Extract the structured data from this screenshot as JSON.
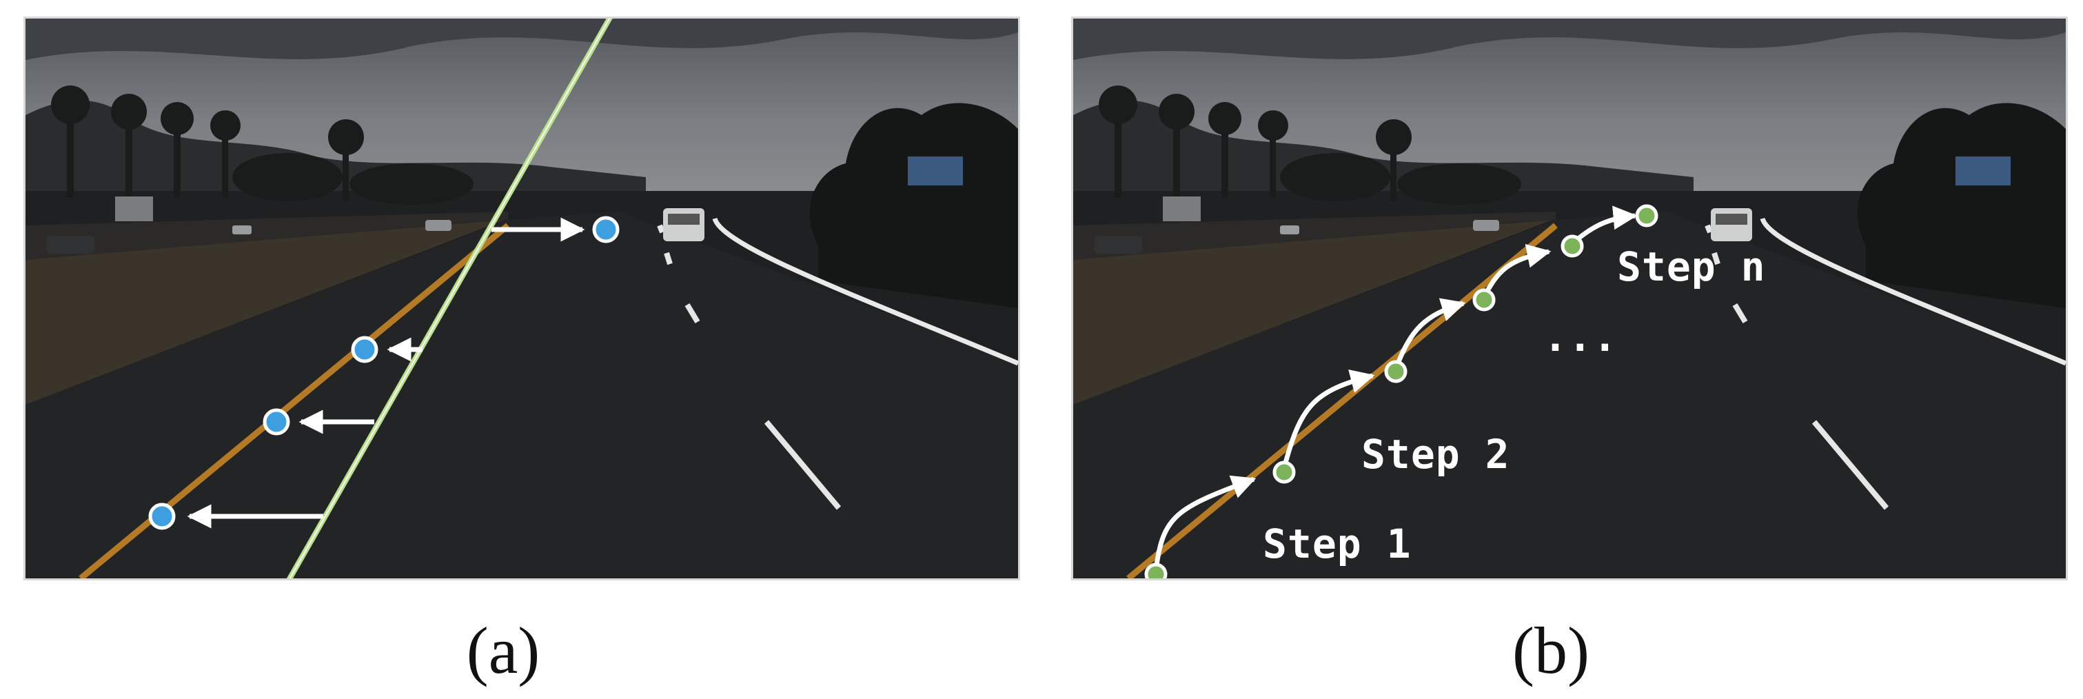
{
  "panels": [
    {
      "caption": "(a)"
    },
    {
      "caption": "(b)",
      "steps": {
        "step1": "Step 1",
        "step2": "Step 2",
        "ellipsis": "...",
        "stepn": "Step n"
      }
    }
  ],
  "colors": {
    "point_blue": "#3d9fe0",
    "point_green": "#7db35a",
    "line_green": "#b9e08a",
    "lane_yellow": "#b57a25",
    "arrow": "#ffffff"
  },
  "icons": [
    "arrow-icon",
    "keypoint-icon"
  ]
}
